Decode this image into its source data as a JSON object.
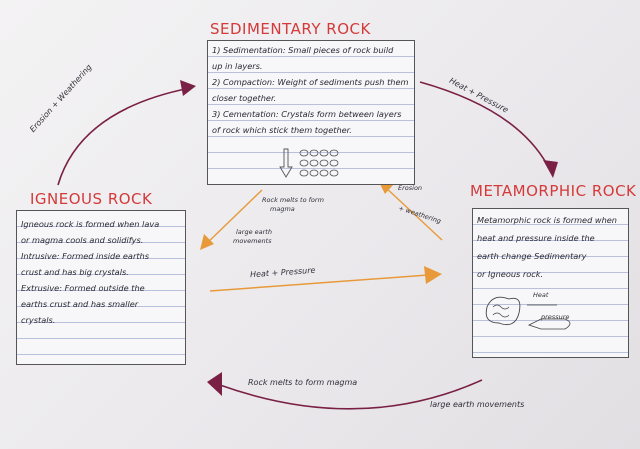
{
  "sedimentary": {
    "title": "SEDIMENTARY ROCK",
    "lines": [
      "1) Sedimentation: Small pieces of rock build",
      "up in layers.",
      "2) Compaction: Weight of sediments push them",
      "closer together.",
      "3) Cementation: Crystals form between layers",
      "of rock which stick them together."
    ]
  },
  "igneous": {
    "title": "IGNEOUS ROCK",
    "lines": [
      "Igneous rock is formed when lava",
      "or magma cools and solidifys.",
      "Intrusive: Formed inside earths",
      "crust and has big crystals.",
      "Extrusive: Formed outside the",
      "earths crust and has smaller",
      "crystals."
    ]
  },
  "metamorphic": {
    "title": "METAMORPHIC ROCK",
    "lines": [
      "Metamorphic rock is formed when",
      "heat and pressure inside the",
      "earth change Sedimentary",
      "or Igneous rock."
    ],
    "sketch_labels": {
      "heat": "Heat",
      "pressure": "pressure"
    }
  },
  "arrows": {
    "erosion_weathering": "Erosion + Weathering",
    "heat_pressure_top": "Heat + Pressure",
    "rock_melts_top_a": "Rock melts to form",
    "rock_melts_top_b": "magma",
    "large_earth_a": "large earth",
    "large_earth_b": "movements",
    "erosion_b": "Erosion",
    "weathering_b": "+ weathering",
    "heat_pressure_middle": "Heat + Pressure",
    "rock_melts_bottom": "Rock melts to form magma",
    "large_earth_bottom": "large earth movements"
  },
  "colors": {
    "title_red": "#d43a3a",
    "arrow_purple": "#7a2045",
    "arrow_orange": "#e89a3a",
    "ink": "#2a2a36"
  }
}
